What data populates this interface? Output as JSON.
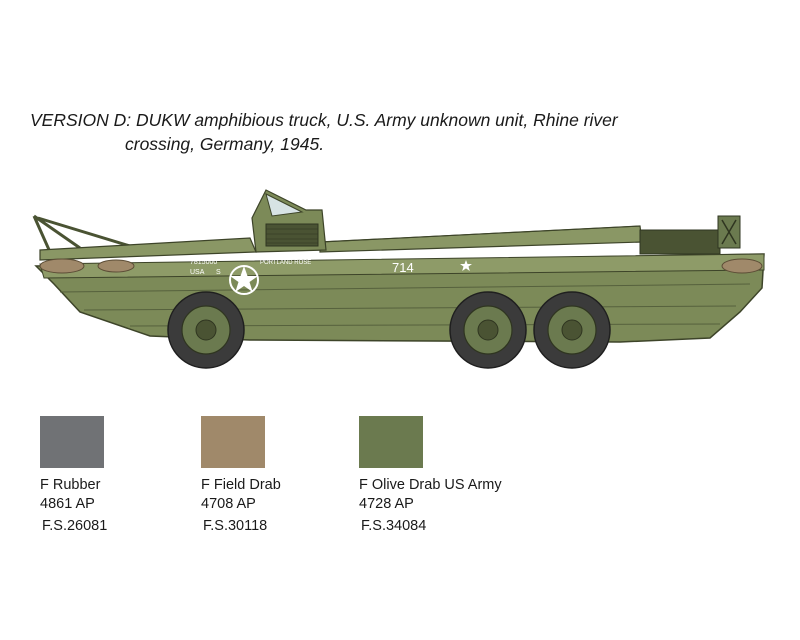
{
  "caption": {
    "line1": "VERSION D: DUKW amphibious truck, U.S. Army unknown unit, Rhine river",
    "line2": "crossing, Germany, 1945."
  },
  "vehicle_markings": {
    "serial": "7815000",
    "usa": "USA",
    "letter": "S",
    "name": "PORTLAND ROSE",
    "number": "714"
  },
  "swatches": [
    {
      "name": "F Rubber",
      "code": "4861 AP",
      "fs": "F.S.26081",
      "color": "#707275"
    },
    {
      "name": "F Field Drab",
      "code": "4708 AP",
      "fs": "F.S.30118",
      "color": "#a0896a"
    },
    {
      "name": "F Olive Drab US Army",
      "code": "4728 AP",
      "fs": "F.S.34084",
      "color": "#6b7a4f"
    }
  ],
  "colors": {
    "hull": "#7c8a58",
    "hull_dark": "#5c6940",
    "tyre": "#3b3b3b"
  }
}
